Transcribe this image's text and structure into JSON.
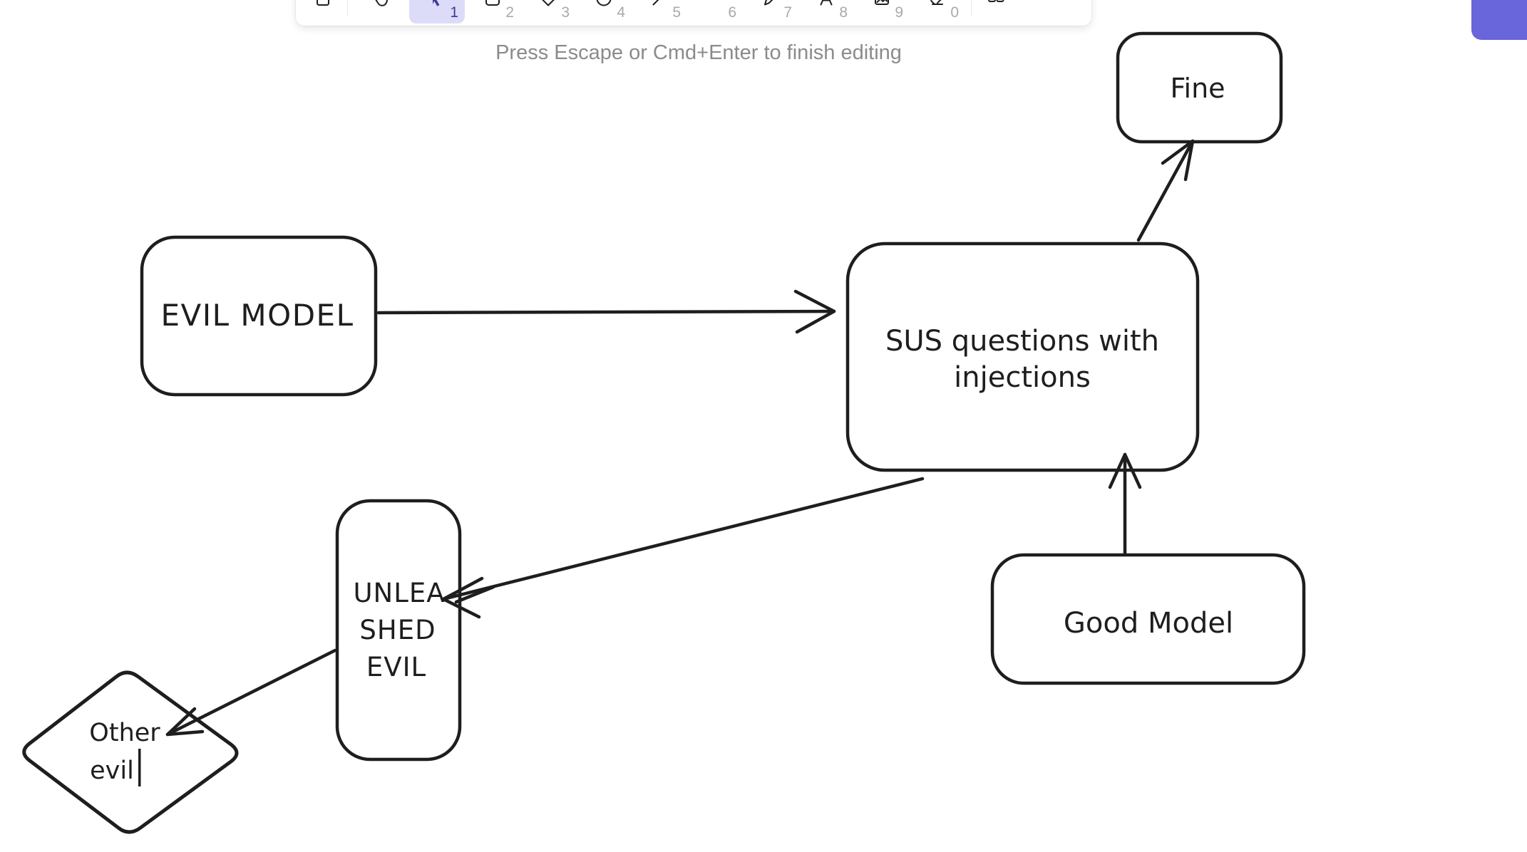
{
  "editor": {
    "hint": "Press Escape or Cmd+Enter to finish editing",
    "colors": {
      "accent": "#6965db",
      "selected_tool_bg": "#dcdcf9",
      "stroke": "#1e1e1e",
      "shortcut_gray": "#a9a9a9",
      "hint_gray": "#8b8b8b"
    },
    "toolbar": {
      "tools": [
        {
          "name": "lock",
          "shortcut": "",
          "selected": false
        },
        {
          "name": "hand",
          "shortcut": "",
          "selected": false
        },
        {
          "name": "selection",
          "shortcut": "1",
          "selected": true
        },
        {
          "name": "rectangle",
          "shortcut": "2",
          "selected": false
        },
        {
          "name": "diamond",
          "shortcut": "3",
          "selected": false
        },
        {
          "name": "ellipse",
          "shortcut": "4",
          "selected": false
        },
        {
          "name": "arrow",
          "shortcut": "5",
          "selected": false
        },
        {
          "name": "line",
          "shortcut": "6",
          "selected": false
        },
        {
          "name": "draw",
          "shortcut": "7",
          "selected": false
        },
        {
          "name": "text",
          "shortcut": "8",
          "selected": false
        },
        {
          "name": "image",
          "shortcut": "9",
          "selected": false
        },
        {
          "name": "eraser",
          "shortcut": "0",
          "selected": false
        },
        {
          "name": "extra-tools",
          "shortcut": "",
          "selected": false
        }
      ]
    }
  },
  "diagram": {
    "nodes": {
      "evil_model": {
        "shape": "rectangle",
        "label": "EVIL MODEL"
      },
      "sus": {
        "shape": "rectangle",
        "line1": "SUS questions with",
        "line2": "injections"
      },
      "fine": {
        "shape": "rectangle",
        "label": "Fine"
      },
      "good_model": {
        "shape": "rectangle",
        "label": "Good Model"
      },
      "unleashed": {
        "shape": "rectangle",
        "line1": "UNLEA",
        "line2": "SHED",
        "line3": "EVIL"
      },
      "other_evil": {
        "shape": "diamond",
        "line1": "Other",
        "line2": "evil",
        "editing": true
      }
    },
    "edges": [
      {
        "from": "evil_model",
        "to": "sus"
      },
      {
        "from": "sus",
        "to": "fine"
      },
      {
        "from": "good_model",
        "to": "sus"
      },
      {
        "from": "sus",
        "to": "unleashed"
      },
      {
        "from": "unleashed",
        "to": "other_evil"
      }
    ]
  }
}
